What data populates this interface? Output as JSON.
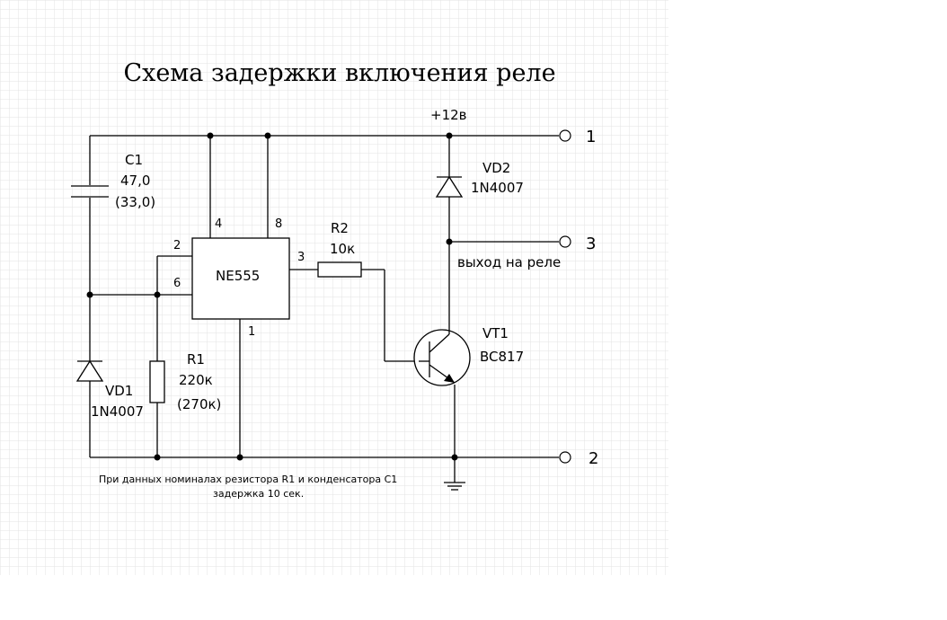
{
  "title": "Схема задержки включения реле",
  "supply_label": "+12в",
  "terminals": {
    "t1": "1",
    "t2": "2",
    "t3": "3"
  },
  "output_label": "выход на реле",
  "ic": {
    "name": "NE555",
    "pins": {
      "p2": "2",
      "p4": "4",
      "p8": "8",
      "p6": "6",
      "p3": "3",
      "p1": "1"
    }
  },
  "components": {
    "c1": {
      "ref": "C1",
      "value": "47,0",
      "alt": "(33,0)"
    },
    "r1": {
      "ref": "R1",
      "value": "220к",
      "alt": "(270к)"
    },
    "r2": {
      "ref": "R2",
      "value": "10к"
    },
    "vd1": {
      "ref": "VD1",
      "part": "1N4007"
    },
    "vd2": {
      "ref": "VD2",
      "part": "1N4007"
    },
    "vt1": {
      "ref": "VT1",
      "part": "BC817"
    }
  },
  "note": {
    "line1": "При данных номиналах резистора R1 и конденсатора С1",
    "line2": "задержка 10 сек."
  }
}
